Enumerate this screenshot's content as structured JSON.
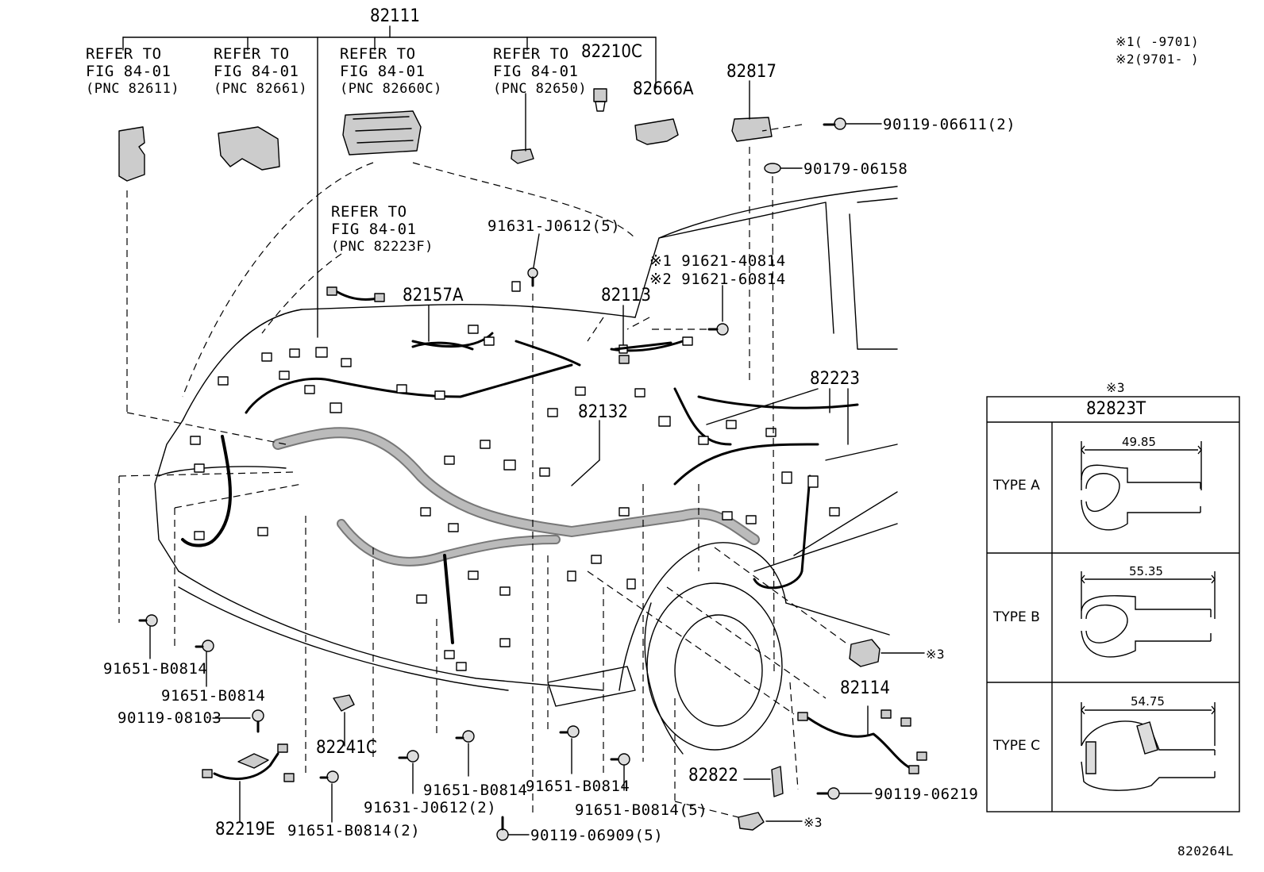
{
  "top_group": "82111",
  "refer_blocks": [
    {
      "l1": "REFER TO",
      "l2": "FIG 84-01",
      "l3": "(PNC 82611)"
    },
    {
      "l1": "REFER TO",
      "l2": "FIG 84-01",
      "l3": "(PNC 82661)"
    },
    {
      "l1": "REFER TO",
      "l2": "FIG 84-01",
      "l3": "(PNC 82660C)"
    },
    {
      "l1": "REFER TO",
      "l2": "FIG 84-01",
      "l3": "(PNC 82650)"
    },
    {
      "l1": "REFER TO",
      "l2": "FIG 84-01",
      "l3": "(PNC 82223F)"
    }
  ],
  "notes": {
    "n1": "※1(     -9701)",
    "n2": "※2(9701-     )",
    "n3": "※3"
  },
  "parts": {
    "p82210C": "82210C",
    "p82666A": "82666A",
    "p82817": "82817",
    "p90119_06611": "90119-06611(2)",
    "p90179_06158": "90179-06158",
    "p91631_J0612_5": "91631-J0612(5)",
    "p91621_40814": "※1 91621-40814",
    "p91621_60814": "※2 91621-60814",
    "p82157A": "82157A",
    "p82113": "82113",
    "p82223": "82223",
    "p82132": "82132",
    "p91651_B0814_a": "91651-B0814",
    "p91651_B0814_b": "91651-B0814",
    "p90119_08103": "90119-08103",
    "p82241C": "82241C",
    "p82219E": "82219E",
    "p91651_B0814_2": "91651-B0814(2)",
    "p91631_J0612_2": "91631-J0612(2)",
    "p91651_B0814_c": "91651-B0814",
    "p91651_B0814_d": "91651-B0814",
    "p91651_B0814_5": "91651-B0814(5)",
    "p90119_06909": "90119-06909(5)",
    "p82114": "82114",
    "p82822": "82822",
    "p90119_06219": "90119-06219",
    "ref3a": "※3",
    "ref3b": "※3"
  },
  "inset": {
    "note": "※3",
    "title": "82823T",
    "rows": [
      {
        "type": "TYPE A",
        "dim": "49.85"
      },
      {
        "type": "TYPE B",
        "dim": "55.35"
      },
      {
        "type": "TYPE C",
        "dim": "54.75"
      }
    ]
  },
  "figure_id": "820264L"
}
